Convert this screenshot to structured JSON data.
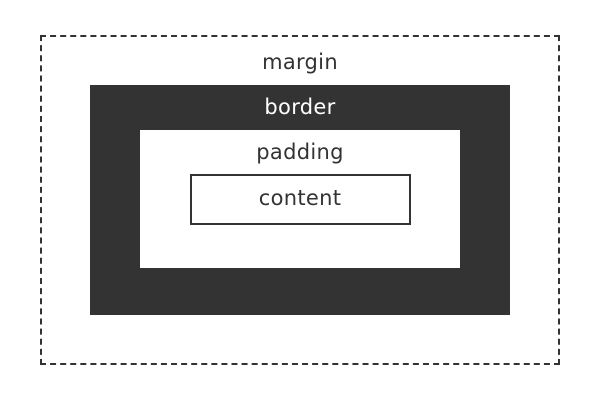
{
  "diagram": {
    "margin_label": "margin",
    "border_label": "border",
    "padding_label": "padding",
    "content_label": "content"
  },
  "colors": {
    "dark": "#333333",
    "background": "#ffffff"
  }
}
